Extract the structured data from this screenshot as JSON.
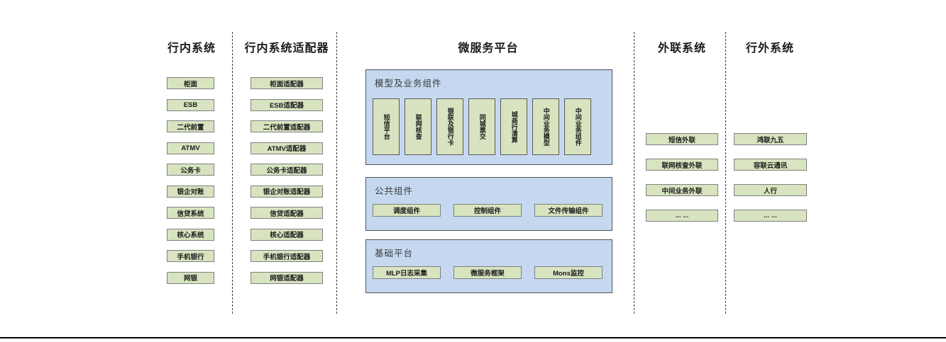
{
  "diagram": {
    "columns": [
      {
        "title": "行内系统",
        "items": [
          "柜面",
          "ESB",
          "二代前置",
          "ATMV",
          "公务卡",
          "银企对账",
          "信贷系统",
          "核心系统",
          "手机银行",
          "网银"
        ]
      },
      {
        "title": "行内系统适配器",
        "items": [
          "柜面适配器",
          "ESB适配器",
          "二代前置适配器",
          "ATMV适配器",
          "公务卡适配器",
          "银企对账适配器",
          "信贷适配器",
          "核心适配器",
          "手机银行适配器",
          "网银适配器"
        ]
      },
      {
        "title": "微服务平台"
      },
      {
        "title": "外联系统",
        "items": [
          "短信外联",
          "联网核查外联",
          "中间业务外联",
          "... ..."
        ]
      },
      {
        "title": "行外系统",
        "items": [
          "鸿联九五",
          "容联云通讯",
          "人行",
          "... ..."
        ]
      }
    ],
    "platform": {
      "panels": [
        {
          "title": "模型及业务组件",
          "items": [
            "短信平台",
            "联网核查",
            "银联及银行卡",
            "同城票交",
            "城商行清算",
            "中间业务模型",
            "中间业务组件"
          ]
        },
        {
          "title": "公共组件",
          "items": [
            "调度组件",
            "控制组件",
            "文件传输组件"
          ]
        },
        {
          "title": "基础平台",
          "items": [
            "MLP日志采集",
            "微服务框架",
            "Mons监控"
          ]
        }
      ]
    },
    "colors": {
      "box_green": "#d8e4c0",
      "panel_blue": "#c5d8ef",
      "box_border_gray": "#7f7f7f",
      "divider_dark": "#3a3a3a",
      "bottom_rule_black": "#000000"
    }
  }
}
